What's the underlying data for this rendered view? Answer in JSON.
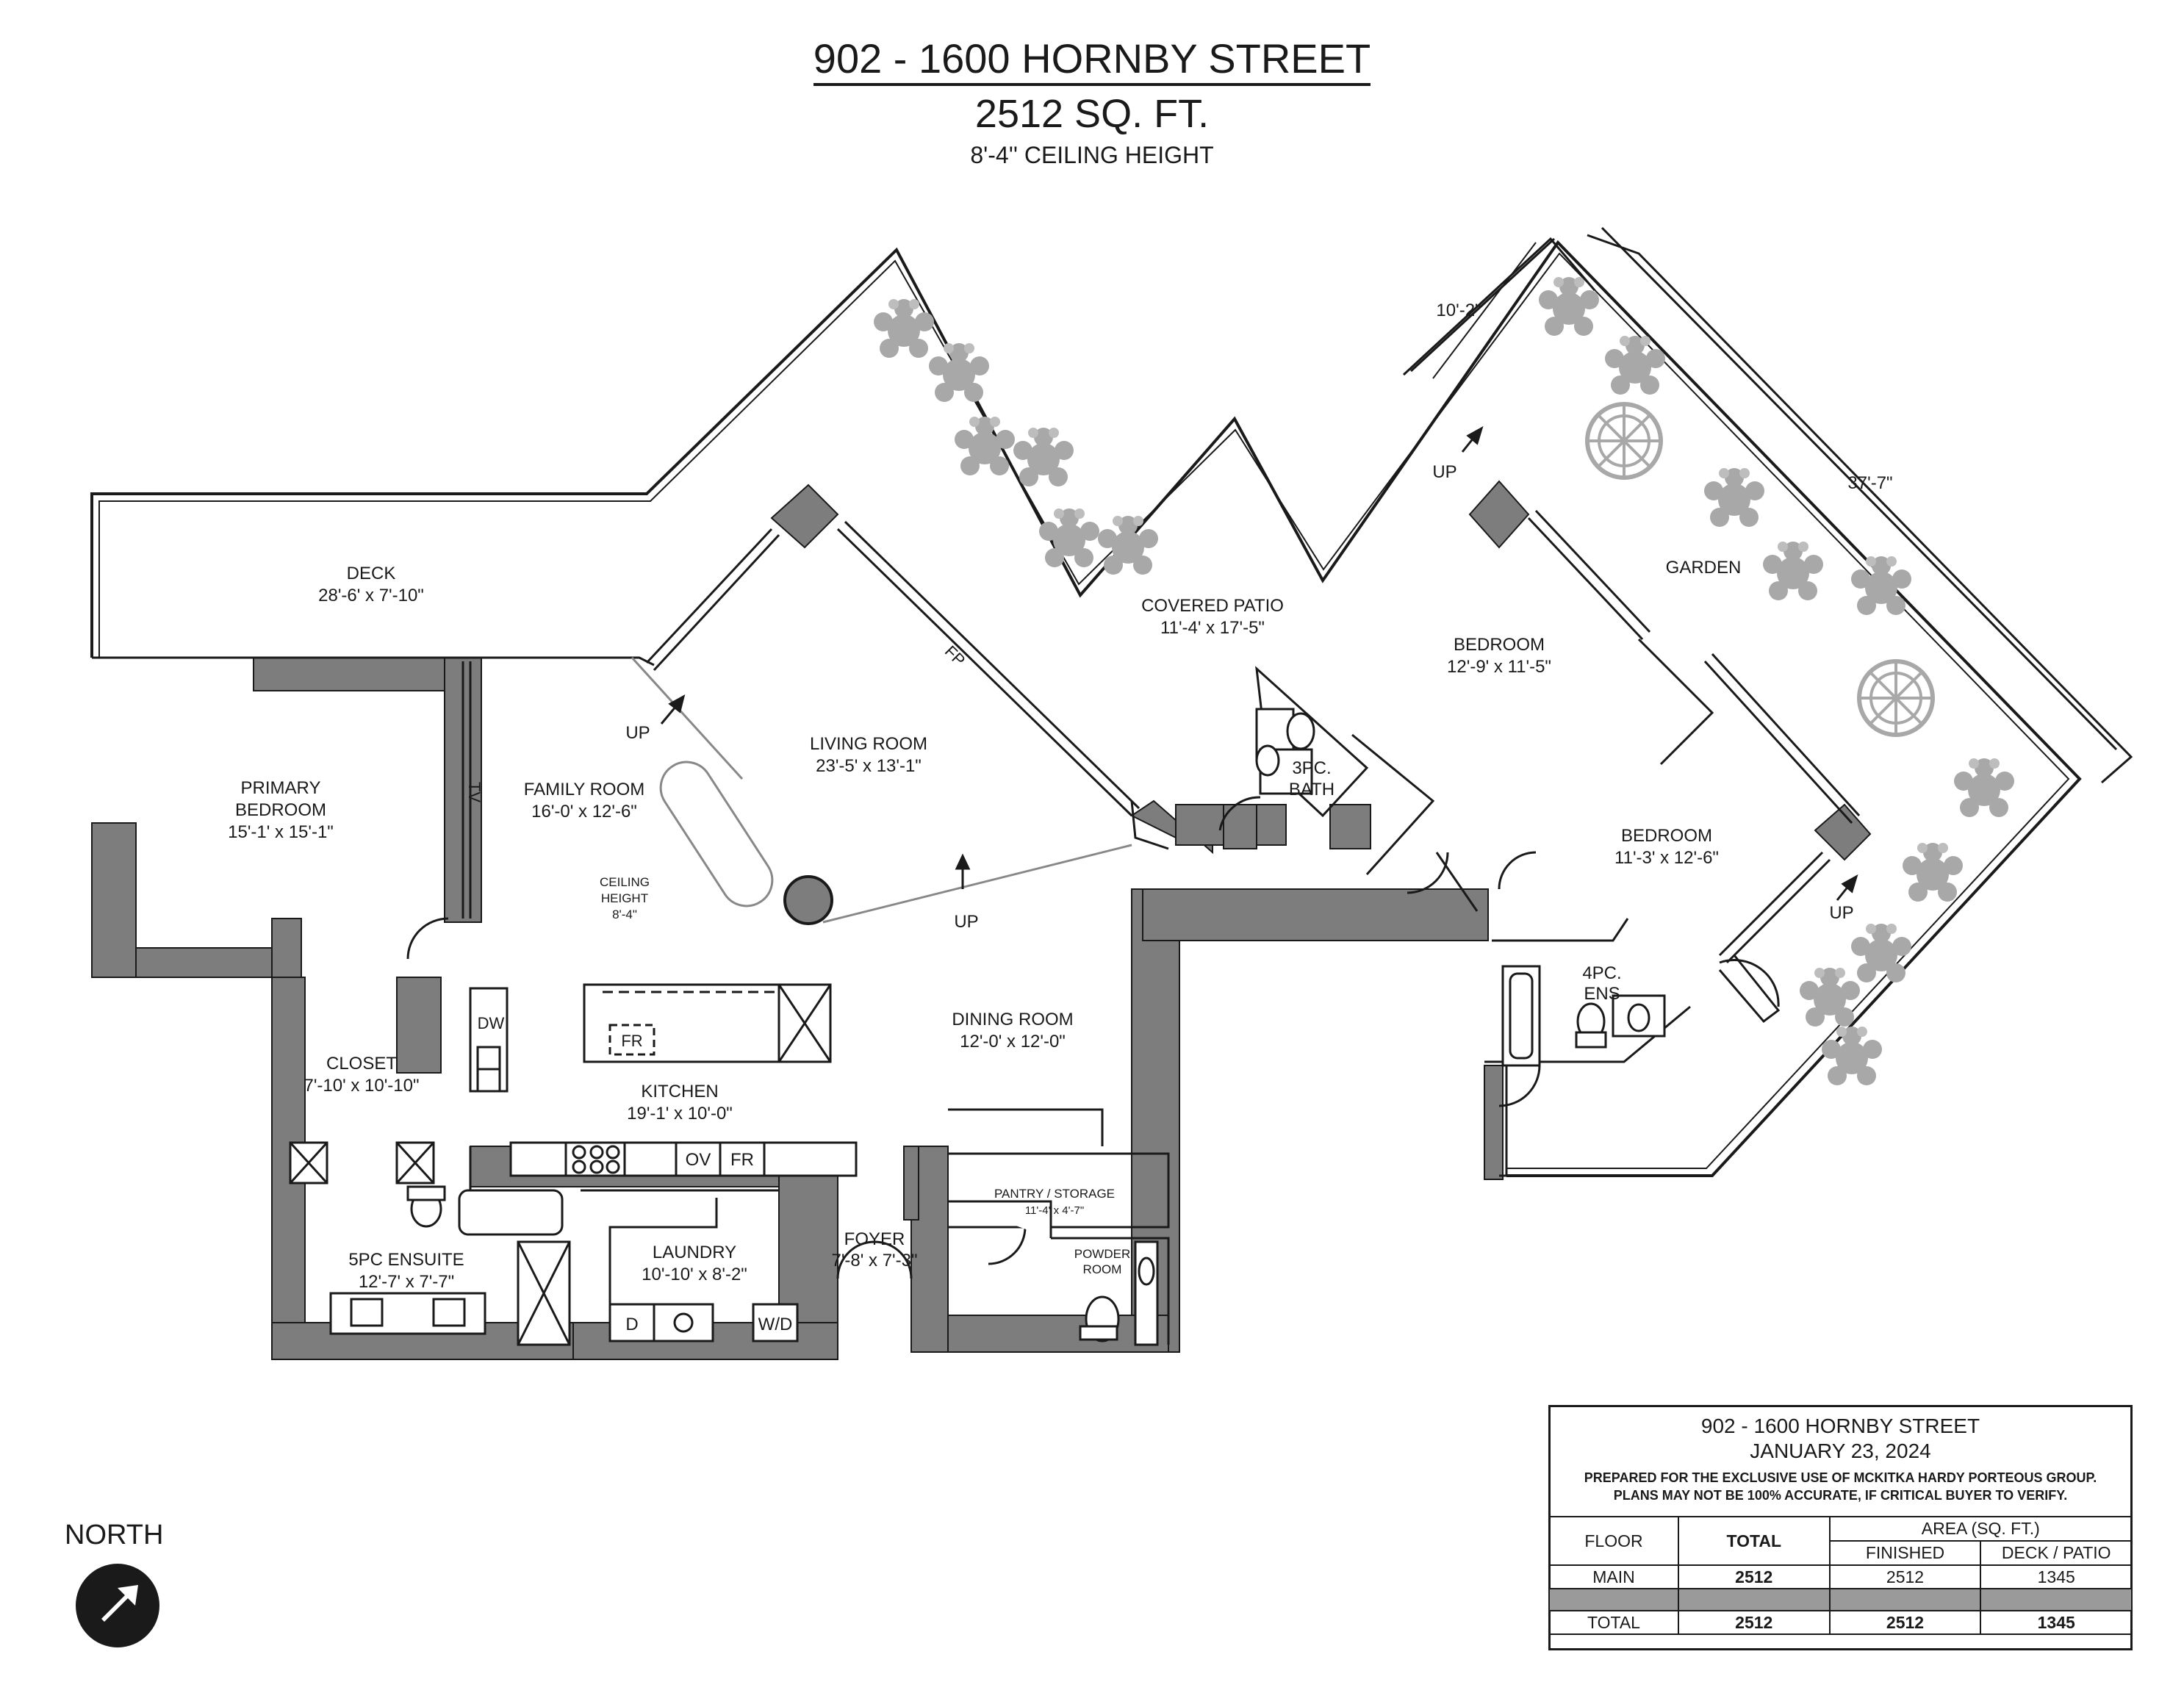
{
  "header": {
    "address": "902 - 1600 HORNBY STREET",
    "area": "2512 SQ. FT.",
    "ceiling": "8'-4'' CEILING HEIGHT"
  },
  "rooms": {
    "deck": {
      "name": "DECK",
      "dims": "28'-6' x 7'-10\""
    },
    "covered_patio": {
      "name": "COVERED PATIO",
      "dims": "11'-4' x 17'-5\""
    },
    "garden": {
      "name": "GARDEN"
    },
    "primary_bedroom": {
      "name1": "PRIMARY",
      "name2": "BEDROOM",
      "dims": "15'-1' x 15'-1\""
    },
    "family_room": {
      "name": "FAMILY ROOM",
      "dims": "16'-0' x 12'-6\""
    },
    "ceiling_height": {
      "l1": "CEILING",
      "l2": "HEIGHT",
      "l3": "8'-4\""
    },
    "living_room": {
      "name": "LIVING ROOM",
      "dims": "23'-5' x 13'-1\""
    },
    "bedroom_2": {
      "name": "BEDROOM",
      "dims": "12'-9' x 11'-5\""
    },
    "bedroom_3": {
      "name": "BEDROOM",
      "dims": "11'-3' x 12'-6\""
    },
    "bath_3pc": {
      "l1": "3PC.",
      "l2": "BATH"
    },
    "ens_4pc": {
      "l1": "4PC.",
      "l2": "ENS"
    },
    "closet": {
      "name": "CLOSET",
      "dims": "7'-10' x 10'-10\""
    },
    "dining_room": {
      "name": "DINING ROOM",
      "dims": "12'-0' x 12'-0\""
    },
    "kitchen": {
      "name": "KITCHEN",
      "dims": "19'-1' x 10'-0\""
    },
    "ensuite_5pc": {
      "name": "5PC ENSUITE",
      "dims": "12'-7' x 7'-7\""
    },
    "laundry": {
      "name": "LAUNDRY",
      "dims": "10'-10' x 8'-2\""
    },
    "foyer": {
      "name": "FOYER",
      "dims": "7'-8' x 7'-3\""
    },
    "pantry": {
      "name": "PANTRY / STORAGE",
      "dims": "11'-4' x 4'-7\""
    },
    "powder": {
      "l1": "POWDER",
      "l2": "ROOM"
    }
  },
  "fixtures": {
    "tv": "TV",
    "fp": "FP",
    "dw": "DW",
    "fr": "FR",
    "ov": "OV",
    "d": "D",
    "wd": "W/D"
  },
  "stairs": {
    "up": "UP"
  },
  "dimensions": {
    "garden_width": "10'-2\"",
    "garden_length": "37'-7\""
  },
  "info": {
    "address": "902 - 1600 HORNBY STREET",
    "date": "JANUARY 23, 2024",
    "note1": "PREPARED FOR THE EXCLUSIVE USE OF MCKITKA HARDY PORTEOUS GROUP.",
    "note2": "PLANS MAY NOT BE 100% ACCURATE, IF CRITICAL BUYER TO VERIFY.",
    "col_floor": "FLOOR",
    "col_total": "TOTAL",
    "col_area": "AREA (SQ. FT.)",
    "col_finished": "FINISHED",
    "col_deck": "DECK / PATIO",
    "rows": [
      {
        "floor": "MAIN",
        "total": "2512",
        "finished": "2512",
        "deck": "1345"
      }
    ],
    "total_row": {
      "floor": "TOTAL",
      "total": "2512",
      "finished": "2512",
      "deck": "1345"
    }
  },
  "compass": {
    "label": "NORTH"
  },
  "colors": {
    "wall": "#7d7d7d",
    "line": "#1a1a1a",
    "plant": "#a8a8a8"
  }
}
